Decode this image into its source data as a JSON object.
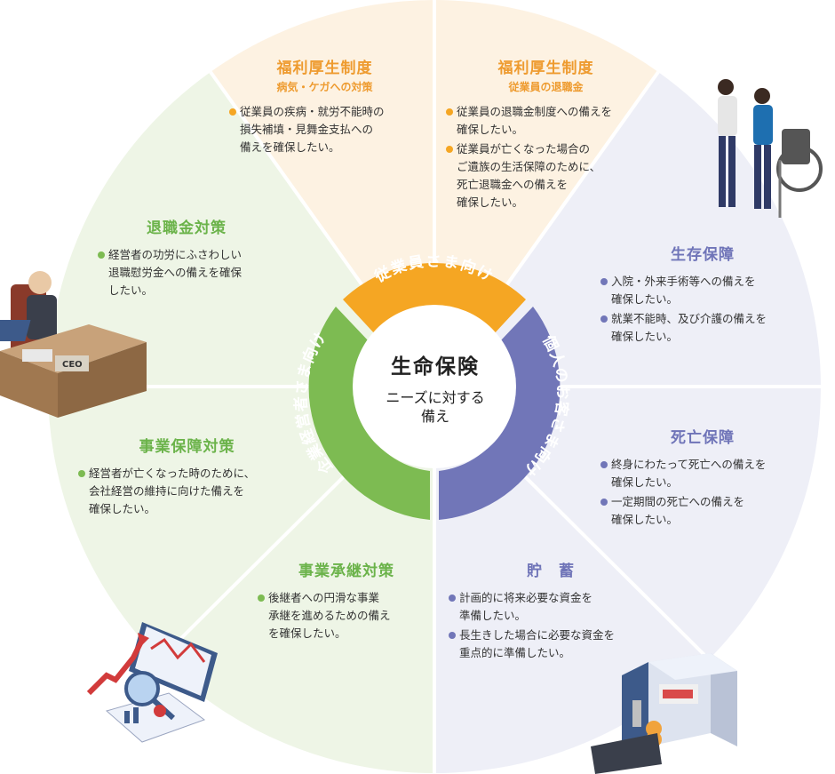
{
  "center": {
    "title": "生命保険",
    "subtitle_line1": "ニーズに対する",
    "subtitle_line2": "備え"
  },
  "ring": {
    "top": "従業員さま向け",
    "right": "個人のお客さま向け",
    "left": "企業経営者さま向け"
  },
  "sections": {
    "welfare_illness": {
      "title": "福利厚生制度",
      "subtitle": "病気・ケガへの対策",
      "items": [
        "従業員の疾病・就労不能時の\n損失補填・見舞金支払への\n備えを確保したい。"
      ]
    },
    "welfare_retirement": {
      "title": "福利厚生制度",
      "subtitle": "従業員の退職金",
      "items": [
        "従業員の退職金制度への備えを\n確保したい。",
        "従業員が亡くなった場合の\nご遺族の生活保障のために、\n死亡退職金への備えを\n確保したい。"
      ]
    },
    "survival": {
      "title": "生存保障",
      "items": [
        "入院・外来手術等への備えを\n確保したい。",
        "就業不能時、及び介護の備えを\n確保したい。"
      ]
    },
    "death": {
      "title": "死亡保障",
      "items": [
        "終身にわたって死亡への備えを\n確保したい。",
        "一定期間の死亡への備えを\n確保したい。"
      ]
    },
    "savings": {
      "title": "貯　蓄",
      "items": [
        "計画的に将来必要な資金を\n準備したい。",
        "長生きした場合に必要な資金を\n重点的に準備したい。"
      ]
    },
    "succession": {
      "title": "事業承継対策",
      "items": [
        "後継者への円滑な事業\n承継を進めるための備え\nを確保したい。"
      ]
    },
    "business_security": {
      "title": "事業保障対策",
      "items": [
        "経営者が亡くなった時のために、\n会社経営の維持に向けた備えを\n確保したい。"
      ]
    },
    "retirement_allowance": {
      "title": "退職金対策",
      "items": [
        "経営者の功労にふさわしい\n退職慰労金への備えを確保\nしたい。"
      ]
    },
    "ceo_plate": "CEO"
  },
  "colors": {
    "orange": "#f5a623",
    "orange_bg": "#fdf2e2",
    "green": "#7dbb52",
    "green_bg": "#eef5e6",
    "purple": "#6f74b8",
    "purple_bg": "#eeeff7"
  },
  "icons": [
    "caregiver-wheelchair-illustration",
    "ceo-desk-illustration",
    "analytics-chart-illustration",
    "safe-money-illustration"
  ]
}
